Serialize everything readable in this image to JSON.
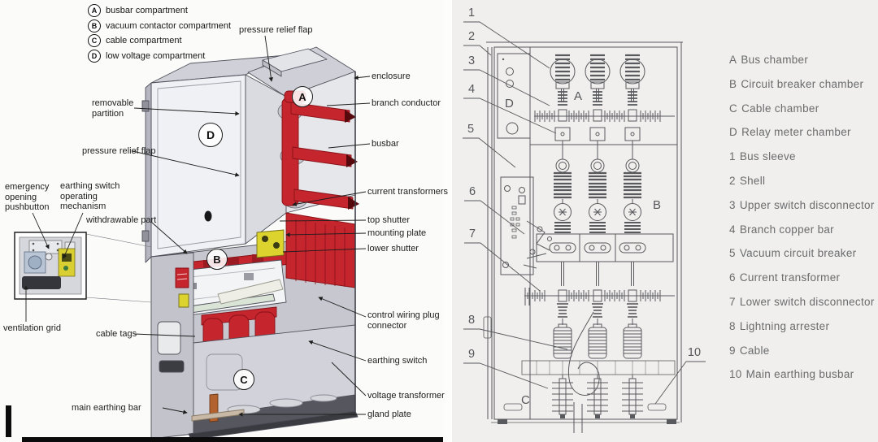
{
  "left": {
    "compartment_legend": [
      {
        "key": "A",
        "label": "busbar compartment"
      },
      {
        "key": "B",
        "label": "vacuum contactor compartment"
      },
      {
        "key": "C",
        "label": "cable compartment"
      },
      {
        "key": "D",
        "label": "low voltage compartment"
      }
    ],
    "labels": {
      "pressure_relief_flap_top": "pressure relief flap",
      "enclosure": "enclosure",
      "branch_conductor": "branch conductor",
      "busbar": "busbar",
      "removable_partition": "removable partition",
      "pressure_relief_flap_side": "pressure relief flap",
      "current_transformers": "current transformers",
      "top_shutter": "top shutter",
      "mounting_plate": "mounting plate",
      "lower_shutter": "lower shutter",
      "emergency_opening_pushbutton": "emergency opening pushbutton",
      "earthing_switch_operating_mechanism": "earthing switch operating mechanism",
      "withdrawable_part": "withdrawable part",
      "ventilation_grid": "ventilation grid",
      "cable_tags": "cable tags",
      "control_wiring_plug_connector": "control wiring plug connector",
      "earthing_switch": "earthing switch",
      "voltage_transformer": "voltage transformer",
      "gland_plate": "gland plate",
      "main_earthing_bar": "main earthing bar"
    }
  },
  "right": {
    "callouts": [
      "1",
      "2",
      "3",
      "4",
      "5",
      "6",
      "7",
      "8",
      "9",
      "10"
    ],
    "legend": [
      {
        "key": "A",
        "label": "Bus chamber"
      },
      {
        "key": "B",
        "label": "Circuit breaker chamber"
      },
      {
        "key": "C",
        "label": "Cable chamber"
      },
      {
        "key": "D",
        "label": "Relay meter chamber"
      },
      {
        "key": "1",
        "label": "Bus sleeve"
      },
      {
        "key": "2",
        "label": "Shell"
      },
      {
        "key": "3",
        "label": "Upper switch disconnector"
      },
      {
        "key": "4",
        "label": "Branch copper bar"
      },
      {
        "key": "5",
        "label": "Vacuum circuit breaker"
      },
      {
        "key": "6",
        "label": "Current transformer"
      },
      {
        "key": "7",
        "label": "Lower switch disconnector"
      },
      {
        "key": "8",
        "label": "Lightning arrester"
      },
      {
        "key": "9",
        "label": "Cable"
      },
      {
        "key": "10",
        "label": "Main earthing busbar"
      }
    ]
  },
  "palette": {
    "busbar_red": "#c5252d",
    "warning_yellow": "#ddd32f",
    "cabinet_gray": "#d2d3d9",
    "schematic_line": "#595a5e",
    "right_background": "#f0efed"
  }
}
